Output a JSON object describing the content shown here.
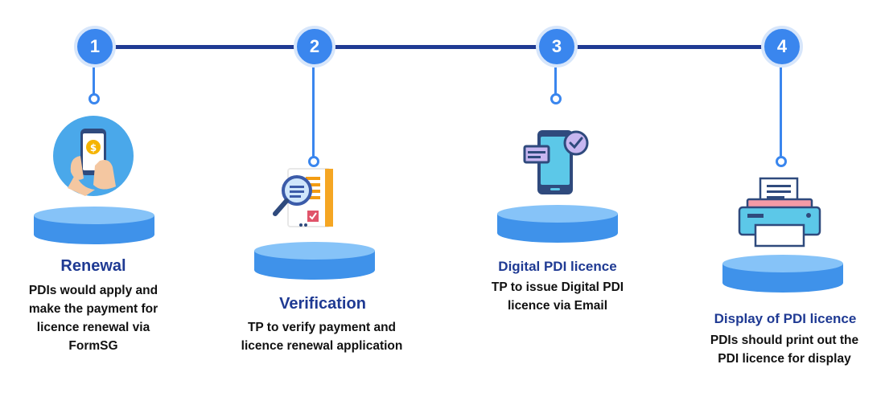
{
  "steps": [
    {
      "number": "1",
      "title": "Renewal",
      "description": "PDIs would apply and make the payment for licence renewal via FormSG",
      "icon": "hand-phone-payment-icon"
    },
    {
      "number": "2",
      "title": "Verification",
      "description": "TP to verify payment and licence renewal application",
      "icon": "document-magnifier-icon"
    },
    {
      "number": "3",
      "title": "Digital PDI licence",
      "description": "TP to issue Digital PDI licence via Email",
      "icon": "phone-verified-icon"
    },
    {
      "number": "4",
      "title": "Display of PDI licence",
      "description": "PDIs should print out the PDI licence for display",
      "icon": "printer-icon"
    }
  ],
  "colors": {
    "accent": "#3a86ee",
    "navy": "#1f3a93",
    "podium": "#6fb4f5"
  }
}
